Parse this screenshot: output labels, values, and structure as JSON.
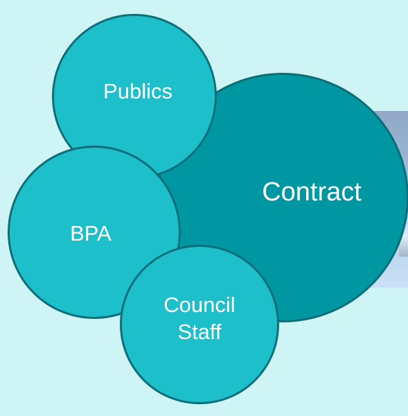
{
  "diagram": {
    "nodes": [
      {
        "id": "contract",
        "label": "Contract",
        "role": "center"
      },
      {
        "id": "publics",
        "label": "Publics"
      },
      {
        "id": "bpa",
        "label": "BPA"
      },
      {
        "id": "council_staff",
        "label": "Council\nStaff"
      }
    ]
  },
  "colors": {
    "background": "#cff4f6",
    "center_fill": "#0097a2",
    "satellite_fill": "#1cbfca",
    "outline": "#0d6f7a",
    "text": "#ffffff"
  }
}
